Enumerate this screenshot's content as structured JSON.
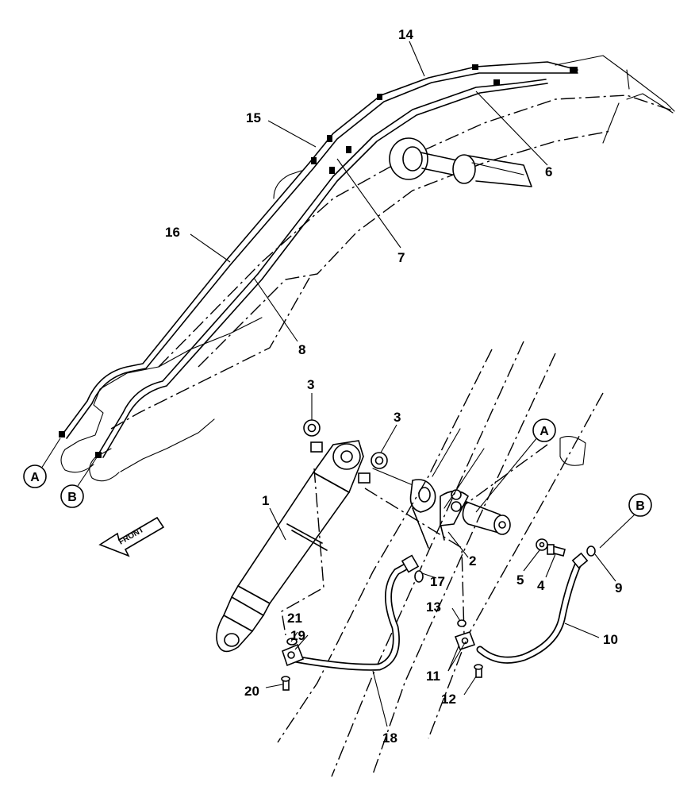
{
  "callouts": {
    "c1": "1",
    "c2": "2",
    "c3a": "3",
    "c3b": "3",
    "c4": "4",
    "c5": "5",
    "c6": "6",
    "c7": "7",
    "c8": "8",
    "c9": "9",
    "c10": "10",
    "c11": "11",
    "c12": "12",
    "c13": "13",
    "c14": "14",
    "c15": "15",
    "c16": "16",
    "c17": "17",
    "c18": "18",
    "c19": "19",
    "c20": "20",
    "c21": "21"
  },
  "connectors": {
    "a_left": "A",
    "b_left": "B",
    "a_right": "A",
    "b_right": "B"
  },
  "front_arrow": {
    "label": "FRONT"
  }
}
